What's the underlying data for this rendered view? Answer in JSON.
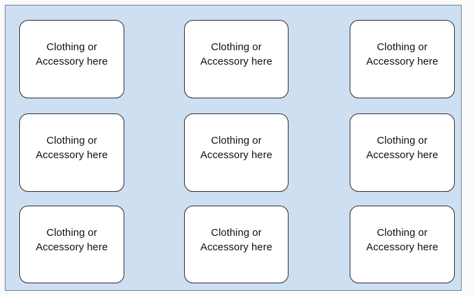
{
  "panel": {
    "background_color": "#cfdff2",
    "border_color": "#6f8096"
  },
  "page_background_color": "#fbfbfb",
  "card_style": {
    "background_color": "#ffffff",
    "border_color": "#2b2b2b",
    "text_color": "#0f0f14"
  },
  "grid": {
    "rows": 3,
    "columns": 3,
    "cards": [
      {
        "id": "card-1",
        "row": 1,
        "column": 1,
        "label": "Clothing or\nAccessory here"
      },
      {
        "id": "card-2",
        "row": 1,
        "column": 2,
        "label": "Clothing or\nAccessory here"
      },
      {
        "id": "card-3",
        "row": 1,
        "column": 3,
        "label": "Clothing or\nAccessory here"
      },
      {
        "id": "card-4",
        "row": 2,
        "column": 1,
        "label": "Clothing or\nAccessory here"
      },
      {
        "id": "card-5",
        "row": 2,
        "column": 2,
        "label": "Clothing or\nAccessory here"
      },
      {
        "id": "card-6",
        "row": 2,
        "column": 3,
        "label": "Clothing or\nAccessory here"
      },
      {
        "id": "card-7",
        "row": 3,
        "column": 1,
        "label": "Clothing or\nAccessory here"
      },
      {
        "id": "card-8",
        "row": 3,
        "column": 2,
        "label": "Clothing or\nAccessory here"
      },
      {
        "id": "card-9",
        "row": 3,
        "column": 3,
        "label": "Clothing or\nAccessory here"
      }
    ]
  }
}
